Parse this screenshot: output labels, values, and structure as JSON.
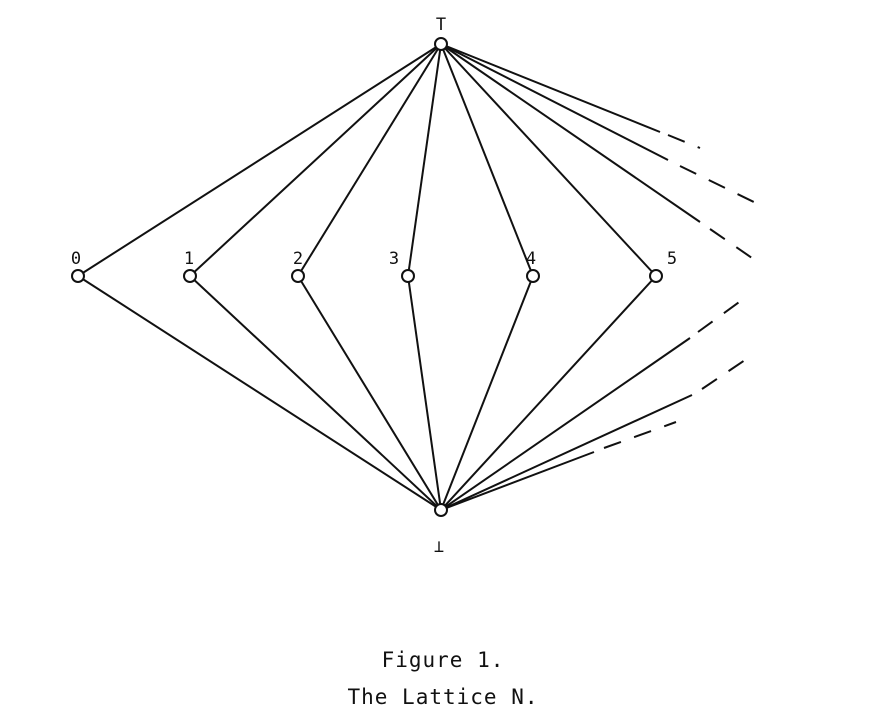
{
  "lattice": {
    "top_label": "T",
    "bottom_label": "⊥",
    "atoms": [
      {
        "id": "0",
        "label": "0"
      },
      {
        "id": "1",
        "label": "1"
      },
      {
        "id": "2",
        "label": "2"
      },
      {
        "id": "3",
        "label": "3"
      },
      {
        "id": "4",
        "label": "4"
      },
      {
        "id": "5",
        "label": "5"
      }
    ],
    "continues_infinitely": true
  },
  "caption": {
    "number": "Figure 1.",
    "title": "The Lattice N."
  }
}
